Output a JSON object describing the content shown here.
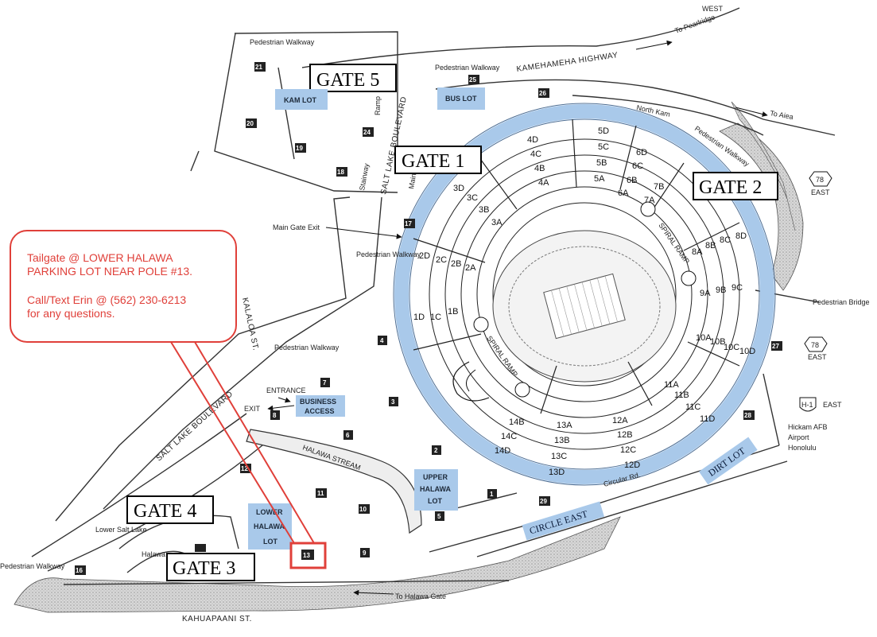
{
  "gates": {
    "gate1": "GATE 1",
    "gate2": "GATE 2",
    "gate3": "GATE 3",
    "gate4": "GATE 4",
    "gate5": "GATE 5"
  },
  "lots": {
    "kam": "KAM LOT",
    "bus": "BUS LOT",
    "business_access": [
      "BUSINESS",
      "ACCESS"
    ],
    "upper_halawa": [
      "UPPER",
      "HALAWA",
      "LOT"
    ],
    "lower_halawa": [
      "LOWER",
      "HALAWA",
      "LOT"
    ],
    "circle_east": "CIRCLE EAST",
    "dirt_lot": "DIRT LOT"
  },
  "roads": {
    "kamehameha": "KAMEHAMEHA HIGHWAY",
    "to_pearlridge": "To Pearlridge",
    "west": "WEST",
    "north_kam": "North Kam",
    "to_aiea": "To Aiea",
    "salt_lake_upper": "SALT LAKE BOULEVARD",
    "salt_lake_lower": "SALT LAKE BOULEVARD",
    "kalaloa": "KALALOA ST.",
    "halawa_stream": "HALAWA STREAM",
    "circular_rd": "Circular Rd.",
    "to_halawa_gate": "To Halawa Gate",
    "kahuapaani": "KAHUAPAANI ST.",
    "lower_salt_lake": "Lower Salt Lake",
    "halawa": "Halawa",
    "main": "Main"
  },
  "labels": {
    "pedestrian_walkway": "Pedestrian Walkway",
    "main_gate_exit": "Main Gate Exit",
    "entrance": "ENTRANCE",
    "exit": "EXIT",
    "ramp": "Ramp",
    "stairway": "Stairway",
    "spiral_ramp": "SPIRAL RAMP",
    "pedestrian_bridge": "Pedestrian Bridge",
    "east": "EAST",
    "hickam": [
      "Hickam AFB",
      "Airport",
      "Honolulu"
    ],
    "route78": "78",
    "h1": "H-1"
  },
  "poles": [
    "1",
    "2",
    "3",
    "4",
    "5",
    "6",
    "7",
    "8",
    "9",
    "10",
    "11",
    "12",
    "13",
    "14",
    "16",
    "17",
    "18",
    "19",
    "20",
    "21",
    "24",
    "25",
    "26",
    "27",
    "28",
    "29"
  ],
  "sections": [
    "1D",
    "1C",
    "1B",
    "2D",
    "2C",
    "2B",
    "2A",
    "3D",
    "3C",
    "3B",
    "3A",
    "4D",
    "4C",
    "4B",
    "4A",
    "5D",
    "5C",
    "5B",
    "5A",
    "6D",
    "6C",
    "6B",
    "6A",
    "7B",
    "7A",
    "8D",
    "8C",
    "8B",
    "8A",
    "9C",
    "9B",
    "9A",
    "10D",
    "10C",
    "10B",
    "10A",
    "11D",
    "11C",
    "11B",
    "11A",
    "12A",
    "12B",
    "12C",
    "12D",
    "13A",
    "13B",
    "13C",
    "13D",
    "14B",
    "14C",
    "14D"
  ],
  "callout": {
    "line1": "Tailgate @ LOWER HALAWA",
    "line2": "PARKING LOT NEAR POLE #13.",
    "line3": "Call/Text Erin @ (562) 230-6213",
    "line4": "for any questions."
  },
  "colors": {
    "ring": "#a9c9ea",
    "lot_fill": "#a9c9ea",
    "highlight": "#e0403a"
  }
}
